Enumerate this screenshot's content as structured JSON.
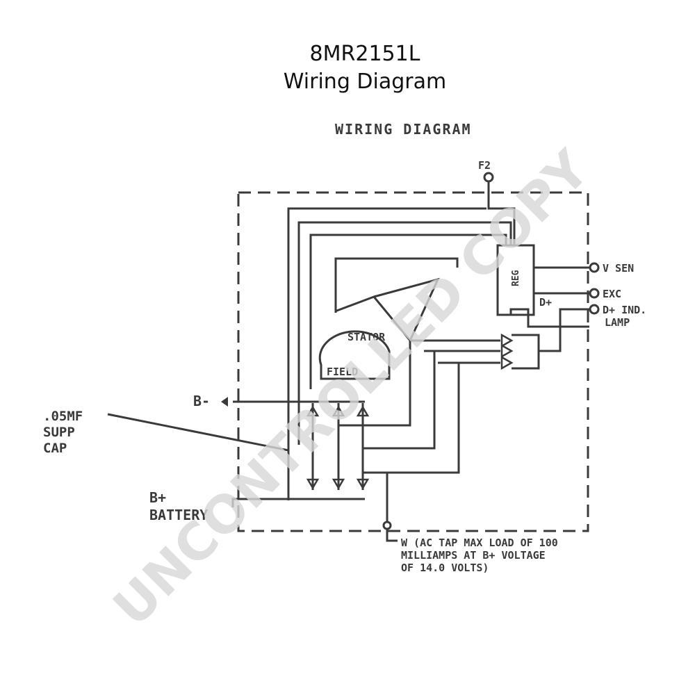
{
  "header": {
    "part_number": "8MR2151L",
    "subtitle": "Wiring Diagram"
  },
  "diagram": {
    "heading": "WIRING DIAGRAM",
    "terminals": {
      "f2": "F2",
      "v_sen": "V SEN",
      "exc": "EXC",
      "d_plus": "D+",
      "d_plus_ind_line1": "D+ IND.",
      "d_plus_ind_line2": "LAMP",
      "b_minus": "B-",
      "b_plus_line1": "B+",
      "b_plus_line2": "BATTERY",
      "w_line1": "W (AC TAP MAX LOAD OF 100",
      "w_line2": "MILLIAMPS AT B+ VOLTAGE",
      "w_line3": "OF 14.0 VOLTS)"
    },
    "components": {
      "regulator": "REG",
      "stator": "STATOR",
      "field": "FIELD",
      "cap_line1": ".05MF",
      "cap_line2": "SUPP",
      "cap_line3": "CAP"
    }
  },
  "watermark": "UNCONTROLLED COPY"
}
